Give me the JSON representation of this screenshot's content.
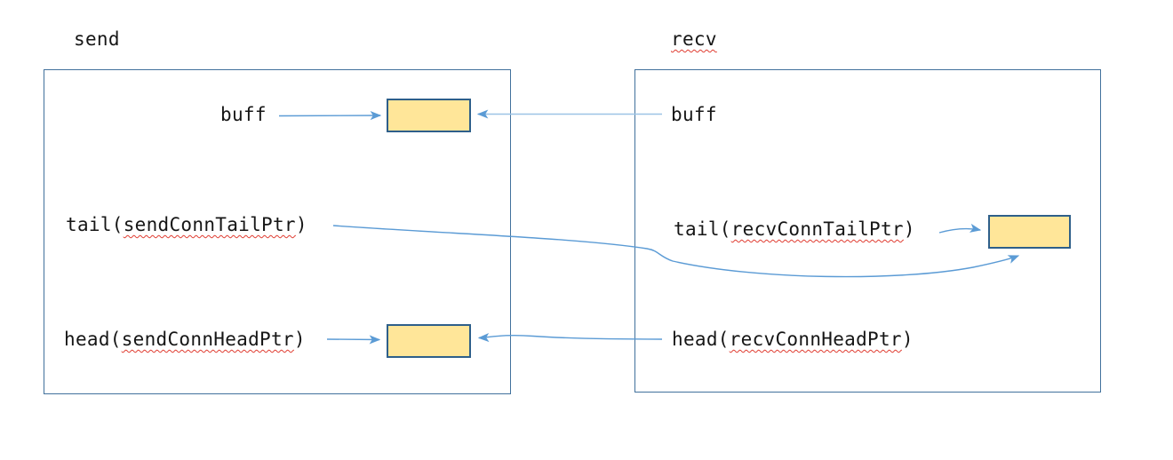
{
  "colors": {
    "outer_border": "#41719C",
    "cell_fill": "#FFE699",
    "cell_border": "#2E5F8A",
    "arrow": "#5B9BD5",
    "arrow_light": "#9DC3E6",
    "squiggle": "#E03C31",
    "text": "#161616",
    "bg": "#FFFFFF"
  },
  "send": {
    "title": "send",
    "buff_label": "buff",
    "tail": {
      "prefix": "tail(",
      "word": "sendConnTailPtr",
      "suffix": ")"
    },
    "head": {
      "prefix": "head(",
      "word": "sendConnHeadPtr",
      "suffix": ")"
    }
  },
  "recv": {
    "title": "recv",
    "buff_label": "buff",
    "tail": {
      "prefix": "tail(",
      "word": "recvConnTailPtr",
      "suffix": ")"
    },
    "head": {
      "prefix": "head(",
      "word": "recvConnHeadPtr",
      "suffix": ")"
    }
  }
}
